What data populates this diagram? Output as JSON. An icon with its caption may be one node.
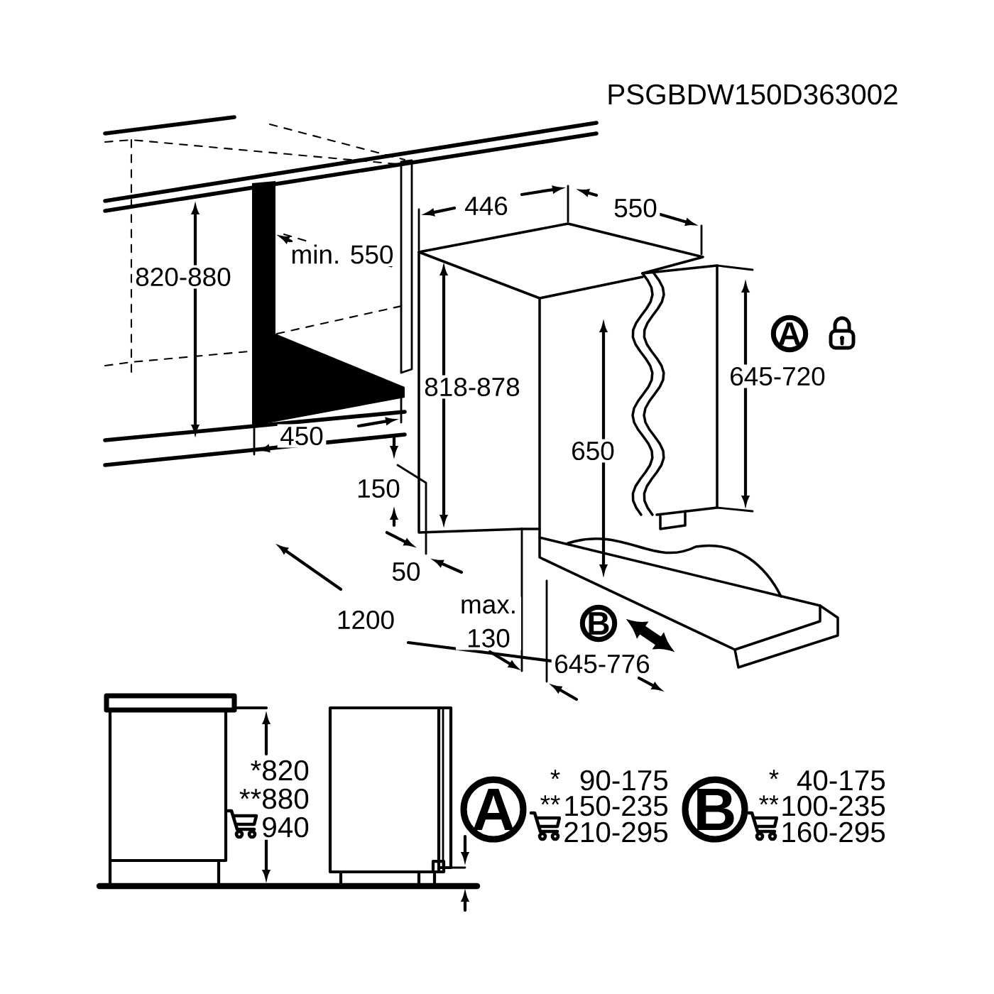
{
  "diagram": {
    "nodes": [
      {
        "text": [
          "A"
        ]
      },
      {
        "text": [
          "B"
        ]
      },
      {
        "text": [
          "A"
        ]
      },
      {
        "text": [
          "B"
        ]
      }
    ],
    "labels": [
      "PSGBDW150D363002",
      "446",
      "550",
      "min. 550",
      "820-880",
      "645-720",
      "818-878",
      "450",
      "650",
      "150",
      "50",
      "1200",
      "max. 130",
      "645-776",
      "*820",
      "**880",
      "940",
      "*",
      "90-175",
      "**",
      "150-235",
      "210-295",
      "*",
      "40-175",
      "**",
      "100-235",
      "160-295"
    ]
  }
}
